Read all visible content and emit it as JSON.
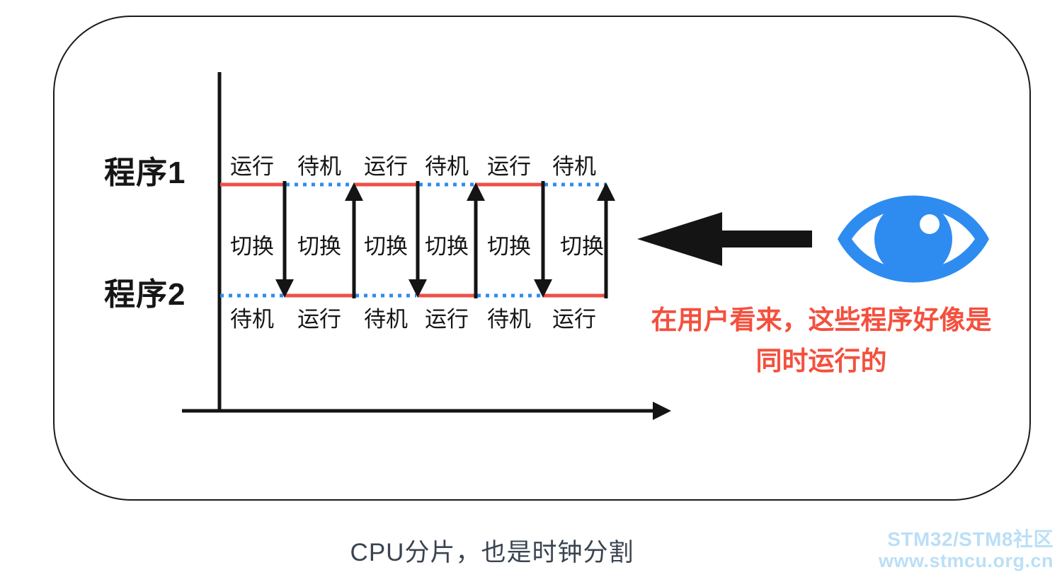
{
  "diagram_title": "CPU分片，也是时钟分割",
  "programs": {
    "program1_label": "程序1",
    "program2_label": "程序2"
  },
  "timeline": {
    "program1_states": [
      "运行",
      "待机",
      "运行",
      "待机",
      "运行",
      "待机"
    ],
    "switch_labels": [
      "切换",
      "切换",
      "切换",
      "切换",
      "切换",
      "切换"
    ],
    "program2_states": [
      "待机",
      "运行",
      "待机",
      "运行",
      "待机",
      "运行"
    ],
    "run_state_style": "red-solid-line",
    "standby_state_style": "blue-dotted-line",
    "switch_direction_sequence": [
      "down",
      "up",
      "down",
      "up",
      "down",
      "up"
    ]
  },
  "annotation": {
    "line1": "在用户看来，这些程序好像是",
    "line2": "同时运行的"
  },
  "watermark": {
    "line1": "STM32/STM8社区",
    "line2": "www.stmcu.org.cn"
  },
  "icons": {
    "eye": "eye-icon",
    "big_arrow": "arrow-left-icon",
    "time_axis_arrow": "arrow-right-icon"
  },
  "colors": {
    "run_line_red": "#ee4f49",
    "standby_line_blue": "#2e8cf0",
    "eye_blue": "#2e8cf0",
    "annotation_red": "#f4503e",
    "caption_gray": "#3a4450",
    "watermark_light_blue": "#bbdff7",
    "axis_black": "#141414"
  }
}
